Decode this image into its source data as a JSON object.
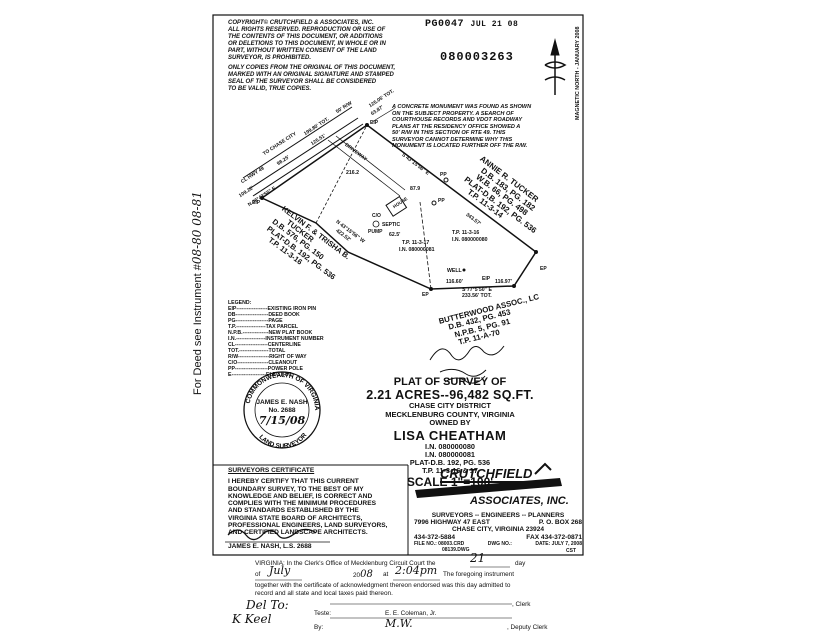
{
  "copyright": {
    "lines": [
      "COPYRIGHT© CRUTCHFIELD & ASSOCIATES, INC.",
      "ALL RIGHTS RESERVED. REPRODUCTION OR USE OF",
      "THE CONTENTS OF THIS DOCUMENT, OR ADDITIONS",
      "OR DELETIONS TO THIS DOCUMENT, IN WHOLE OR IN",
      "PART, WITHOUT WRITTEN CONSENT OF THE LAND",
      "SURVEYOR, IS PROHIBITED.",
      "ONLY COPIES FROM THE ORIGINAL OF THIS DOCUMENT,",
      "MARKED WITH AN ORIGINAL SIGNATURE AND STAMPED",
      "SEAL OF THE SURVEYOR SHALL BE CONSIDERED",
      "TO BE VALID, TRUE COPIES."
    ]
  },
  "recording": {
    "book_page": "PG0047",
    "date": "JUL 21 08",
    "instrument_number": "080003263"
  },
  "margin_note": {
    "text": "For Deed see Instrument #",
    "handwritten": "08-80 08-81"
  },
  "north": {
    "label": "MAGNETIC NORTH - JANUARY 2008"
  },
  "monument_note": {
    "lines": [
      "A CONCRETE MONUMENT WAS FOUND AS SHOWN",
      "ON THE SUBJECT PROPERTY. A SEARCH OF",
      "COURTHOUSE RECORDS AND VDOT ROADWAY",
      "PLANS AT THE RESIDENCY OFFICE SHOWED A",
      "50' R/W IN THIS SECTION OF RTE 49. THIS",
      "SURVEYOR CANNOT DETERMINE WHY THIS",
      "MONUMENT IS LOCATED FURTHER OFF THE R/W."
    ]
  },
  "plat_labels": {
    "to_chase_city": "TO CHASE CITY",
    "highway": "CL HWY 49",
    "row_50": "50' R/W",
    "street_dist1": "199.80' TOT.",
    "street_dist2": "125.51'",
    "street_dist3": "98.25'",
    "left_dist": "109.22'",
    "left_bearing": "N 46°43'55\" E",
    "ep_top": "EIP",
    "ep_left": "EIP",
    "driveway": "DRIVEWAY",
    "dist_216": "216.2",
    "dist_879": "87.9",
    "top_bearing": "S 43°15'56\" E",
    "top_dist": "343.57'",
    "inner_bearing": "N 43°15'56\" W",
    "inner_dist": "422.52'",
    "house": "HOUSE",
    "cc": "C/O",
    "septic": "SEPTIC",
    "pump": "PUMP",
    "dist_625": "62.5'",
    "tp_17": "T.P. 11-3-17",
    "in_81": "I.N. 080000081",
    "tp_16": "T.P. 11-3-16",
    "in_80": "I.N. 080000080",
    "well": "WELL",
    "bottom_bearing": "S 77°5'50\" E",
    "bottom_total": "233.56' TOT.",
    "bottom_d1": "116.60'",
    "bottom_d2": "116.97'",
    "pp1": "PP",
    "pp2": "PP",
    "ep_br": "EP",
    "ep_bl": "EP",
    "eip_b": "EIP",
    "corner_top": "125.05' TOT.",
    "corner_top2": "63.87'"
  },
  "adjoiners": {
    "tucker": [
      "ANNIE R. TUCKER",
      "D.B. 183, PG. 182",
      "W.B. 66, PG. 498",
      "PLAT-D.B. 192, PG. 536",
      "T.P. 11-3-14"
    ],
    "kelvin": [
      "KELVIN F. & TRISHA B.",
      "TUCKER",
      "D.B. 576, PG. 150",
      "PLAT-D.B. 192, PG. 536",
      "T.P. 11-3-16"
    ],
    "butterwood": [
      "BUTTERWOOD ASSOC., LC",
      "D.B. 432, PG. 453",
      "N.P.B. 5, PG. 91",
      "T.P. 11-A-70"
    ]
  },
  "legend": {
    "title": "LEGEND:",
    "items": [
      "EIP------------------EXISTING IRON PIN",
      "DB-------------------DEED BOOK",
      "PG-------------------PAGE",
      "T.P.-----------------TAX PARCEL",
      "N.P.B.---------------NEW PLAT BOOK",
      "I.N.-----------------INSTRUMENT NUMBER",
      "CL-------------------CENTERLINE",
      "TOT.-----------------TOTAL",
      "R/W------------------RIGHT OF WAY",
      "C/O------------------CLEANOUT",
      "PP-------------------POWER POLE",
      "E--------------------ELECTRIC"
    ]
  },
  "seal": {
    "ring_top": "COMMONWEALTH OF VIRGINIA",
    "ring_bottom": "LAND SURVEYOR",
    "name": "JAMES E. NASH",
    "lic": "No. 2688",
    "date_hand": "7/15/08"
  },
  "title_block": {
    "line1": "PLAT OF SURVEY OF",
    "line2": "2.21 ACRES--96,482 SQ.FT.",
    "district": "CHASE CITY DISTRICT",
    "county": "MECKLENBURG COUNTY, VIRGINIA",
    "owned_by": "OWNED BY",
    "owner": "LISA CHEATHAM",
    "in1": "I.N. 080000080",
    "in2": "I.N. 080000081",
    "plat": "PLAT-D.B. 192, PG. 536",
    "tp": "T.P. 11-3-16 & 17",
    "scale": "SCALE 1\"=100'"
  },
  "certificate": {
    "heading": "SURVEYORS CERTIFICATE",
    "lines": [
      "I HEREBY CERTIFY THAT THIS CURRENT",
      "BOUNDARY SURVEY, TO THE BEST OF MY",
      "KNOWLEDGE AND BELIEF, IS CORRECT AND",
      "COMPLIES WITH THE MINIMUM PROCEDURES",
      "AND STANDARDS ESTABLISHED BY THE",
      "VIRGINIA STATE BOARD OF ARCHITECTS,",
      "PROFESSIONAL ENGINEERS, LAND SURVEYORS,",
      "AND CERTIFIED LANDSCAPE ARCHITECTS."
    ],
    "signer": "JAMES E. NASH, L.S. 2688"
  },
  "firm": {
    "name1": "CRUTCHFIELD",
    "name2": "ASSOCIATES, INC.",
    "services": "SURVEYORS -- ENGINEERS -- PLANNERS",
    "address1": "7996 HIGHWAY 47 EAST",
    "po": "P. O. BOX 268",
    "address2": "CHASE CITY, VIRGINIA 23924",
    "phone": "434-372-5884",
    "fax": "FAX 434-372-0871",
    "file_label": "FILE NO.:",
    "file1": "08003.CRD",
    "file2": "08139.DWG",
    "dwg": "DWG NO.:",
    "date": "DATE: JULY 7, 2008",
    "cst": "CST"
  },
  "clerk": {
    "line1a": "VIRGINIA: In the Clerk's Office of Mecklenburg Circuit Court the",
    "day_hand": "21",
    "day_label": "day",
    "of_label": "of",
    "month_hand": "July",
    "year": "20",
    "year_hand": "08",
    "at_label": "at",
    "time_hand": "2:04pm",
    "line2b": "The foregoing instrument",
    "line3": "together with the certificate of acknowledgment thereon endorsed was this day admitted to",
    "line4": "record and all state and local taxes paid thereon.",
    "clerk_label": ", Clerk",
    "teste": "Teste:",
    "clerk_name": "E. E. Coleman, Jr.",
    "by": "By:",
    "deputy_hand": "M.W.",
    "deputy_label": ", Deputy Clerk",
    "margin_hand1": "Del To:",
    "margin_hand2": "K Keel"
  }
}
